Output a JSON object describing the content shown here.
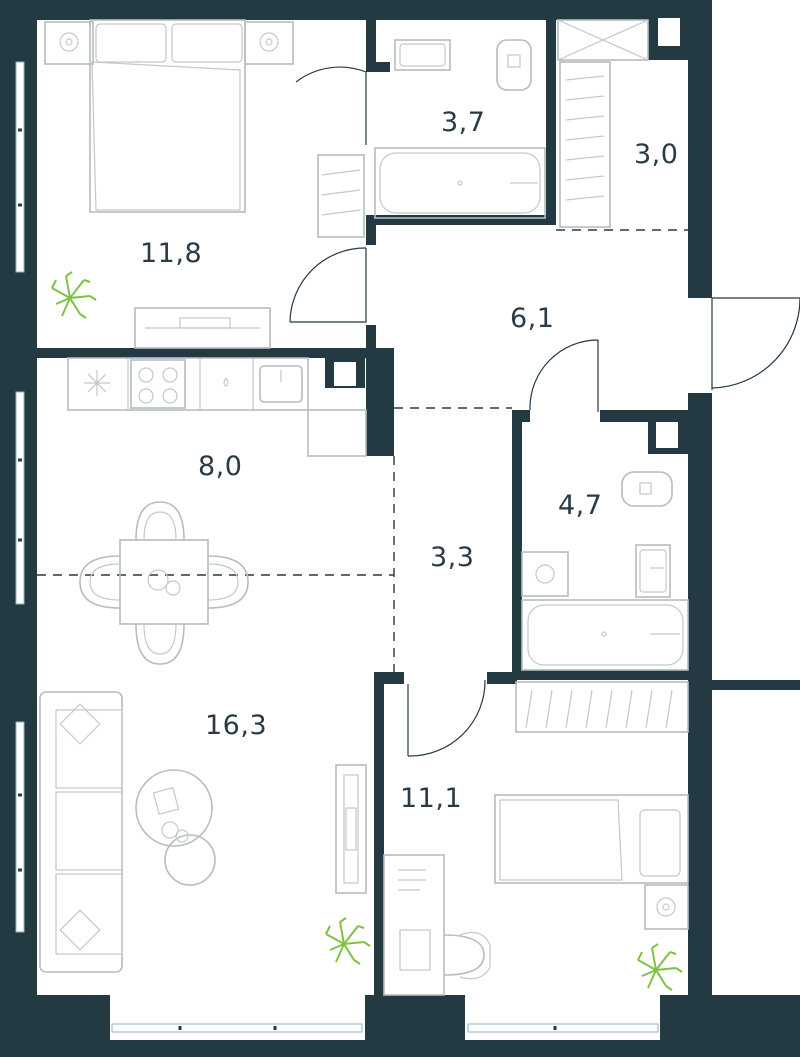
{
  "plan": {
    "rooms": [
      {
        "id": "bedroom-1",
        "area": "11,8"
      },
      {
        "id": "bathroom-1",
        "area": "3,7"
      },
      {
        "id": "wardrobe",
        "area": "3,0"
      },
      {
        "id": "hallway",
        "area": "6,1"
      },
      {
        "id": "kitchen",
        "area": "8,0"
      },
      {
        "id": "bathroom-2",
        "area": "4,7"
      },
      {
        "id": "corridor",
        "area": "3,3"
      },
      {
        "id": "living-room",
        "area": "16,3"
      },
      {
        "id": "bedroom-2",
        "area": "11,1"
      }
    ],
    "colors": {
      "wall": "#243a42",
      "furniture": "#b6bcc0",
      "plant": "#7ec242",
      "window": "#8fb4c3",
      "label": "#2a3b45"
    }
  }
}
